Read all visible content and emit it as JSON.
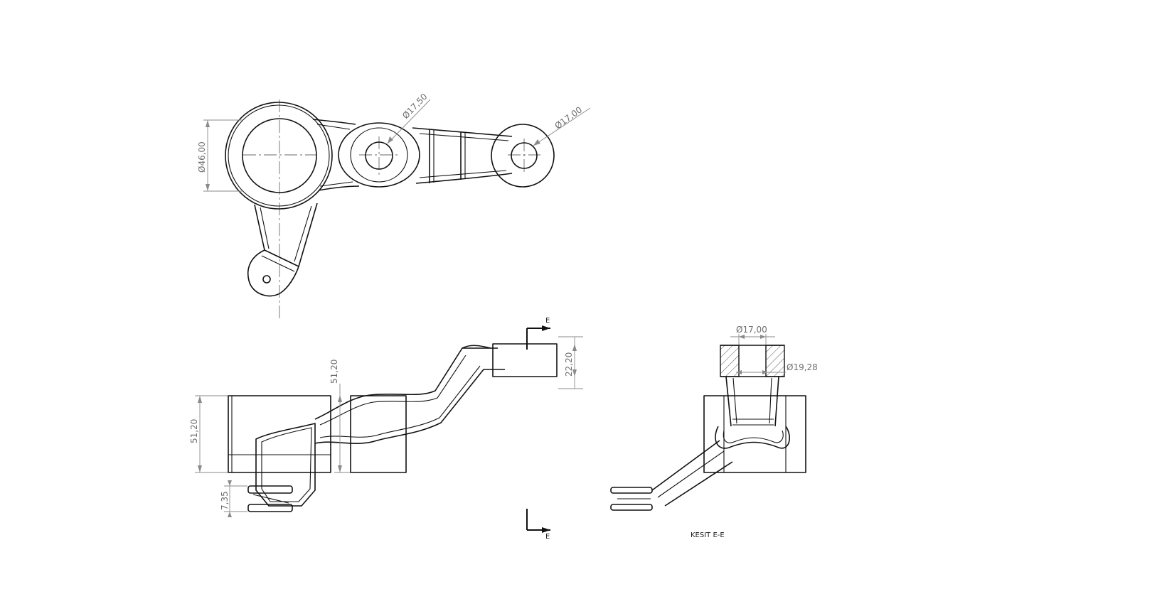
{
  "colors": {
    "geometry": "#111111",
    "dimension": "#6e6e6e",
    "background": "#ffffff"
  },
  "dimensions": {
    "top_bore_diameter": "Ø46,00",
    "top_mid_hole_diameter": "Ø17,50",
    "top_end_hole_diameter": "Ø17,00",
    "front_height_left": "51,20",
    "front_height_mid": "51,20",
    "front_end_height": "22,20",
    "front_tab_height": "7,35",
    "section_bore_top": "Ø17,00",
    "section_bore_inner": "Ø19,28"
  },
  "section": {
    "marker_top": "E",
    "marker_bottom": "E",
    "title": "KESIT E-E"
  }
}
